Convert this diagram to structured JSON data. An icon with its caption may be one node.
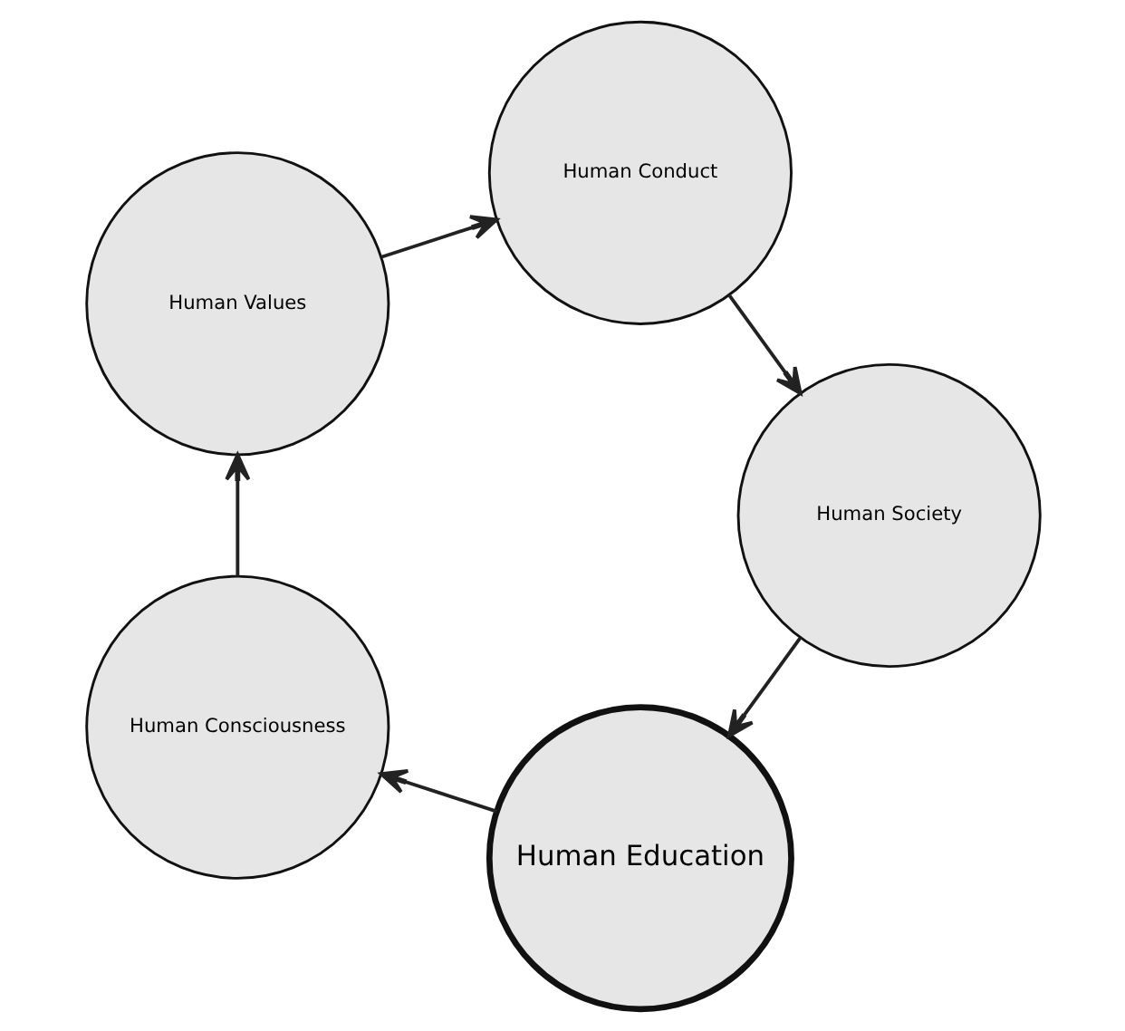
{
  "diagram": {
    "nodes": [
      {
        "text": [
          "Human Education"
        ]
      },
      {
        "text": [
          "Human Consciousness"
        ]
      },
      {
        "text": [
          "Human Values"
        ]
      },
      {
        "text": [
          "Human Conduct"
        ]
      },
      {
        "text": [
          "Human Society"
        ]
      }
    ],
    "edges": [
      {
        "from": 0,
        "to": 1,
        "arrow": "to"
      },
      {
        "from": 1,
        "to": 2,
        "arrow": "to"
      },
      {
        "from": 2,
        "to": 3,
        "arrow": "to"
      },
      {
        "from": 3,
        "to": 4,
        "arrow": "to"
      },
      {
        "from": 4,
        "to": 0,
        "arrow": "to"
      }
    ]
  }
}
